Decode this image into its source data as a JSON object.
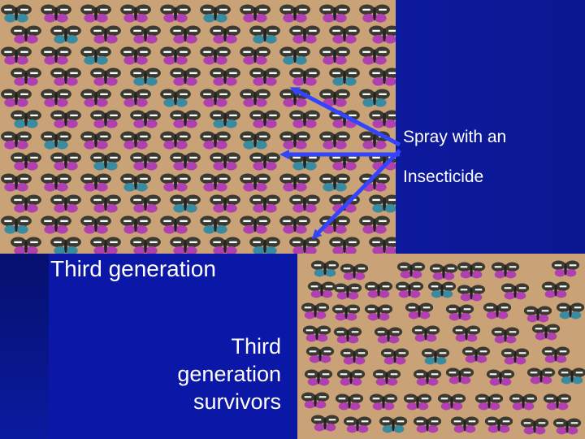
{
  "labels": {
    "spray_line1": "Spray with an",
    "spray_line2": "Insecticide",
    "third_generation": "Third generation",
    "survivors_line1": "Third",
    "survivors_line2": "generation",
    "survivors_line3": "survivors"
  },
  "colors": {
    "background": "#0a1090",
    "field": "#caa277",
    "moth_wing_dark": "#3a3a30",
    "moth_stripe": "#ffffff",
    "moth_magenta": "#b040b0",
    "moth_teal": "#3a8aa0",
    "arrow": "#3344ff"
  },
  "icons": {
    "moth": "moth-icon",
    "arrow": "arrow-icon"
  }
}
